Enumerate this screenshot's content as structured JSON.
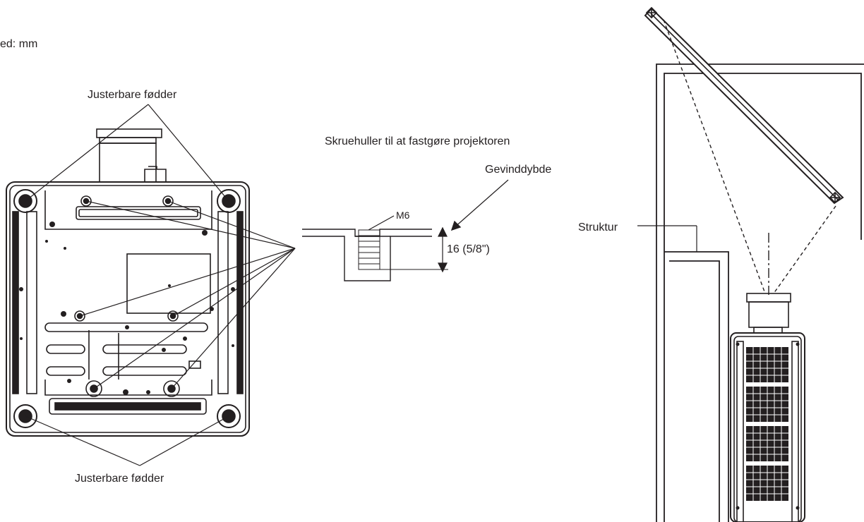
{
  "labels": {
    "unit": "ed: mm",
    "adjustable_feet_top": "Justerbare fødder",
    "adjustable_feet_bottom": "Justerbare fødder",
    "screw_holes": "Skruehuller til at fastgøre projektoren",
    "thread_depth": "Gevinddybde",
    "thread_size": "M6",
    "thread_depth_value": "16 (5/8\")",
    "structure": "Struktur"
  },
  "colors": {
    "line": "#231f20",
    "panel_fill": "#ffffff",
    "hole_fill": "#231f20"
  }
}
